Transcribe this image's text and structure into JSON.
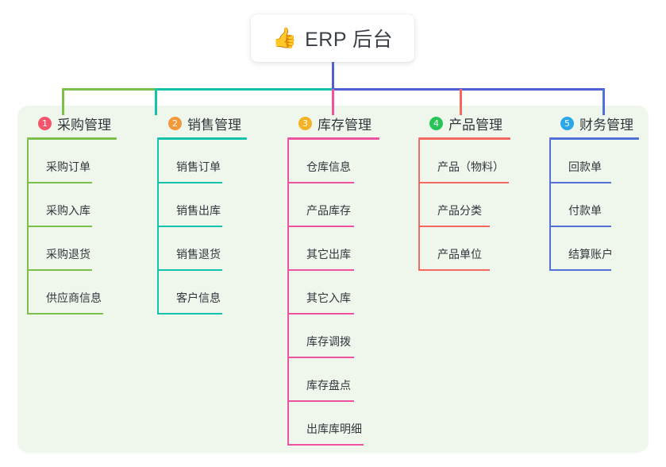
{
  "diagram": {
    "type": "mind-map",
    "root": {
      "icon": "thumbs-up-icon",
      "icon_glyph": "👍",
      "title": "ERP 后台"
    },
    "panel_color": "#eff7ec",
    "trunk_color": "#4f5fd4",
    "columns": [
      {
        "index": "1",
        "badge_color": "#f4556a",
        "line_color": "#7cc04c",
        "title": "采购管理",
        "items": [
          {
            "label": "采购订单"
          },
          {
            "label": "采购入库"
          },
          {
            "label": "采购退货"
          },
          {
            "label": "供应商信息"
          }
        ]
      },
      {
        "index": "2",
        "badge_color": "#f29a3b",
        "line_color": "#12c2ab",
        "title": "销售管理",
        "items": [
          {
            "label": "销售订单"
          },
          {
            "label": "销售出库"
          },
          {
            "label": "销售退货"
          },
          {
            "label": "客户信息"
          }
        ]
      },
      {
        "index": "3",
        "badge_color": "#f5b225",
        "line_color": "#ef53a0",
        "title": "库存管理",
        "items": [
          {
            "label": "仓库信息"
          },
          {
            "label": "产品库存"
          },
          {
            "label": "其它出库"
          },
          {
            "label": "其它入库"
          },
          {
            "label": "库存调拨"
          },
          {
            "label": "库存盘点"
          },
          {
            "label": "出库库明细"
          }
        ]
      },
      {
        "index": "4",
        "badge_color": "#28c457",
        "line_color": "#f4685f",
        "title": "产品管理",
        "items": [
          {
            "label": "产品（物料）"
          },
          {
            "label": "产品分类"
          },
          {
            "label": "产品单位"
          }
        ]
      },
      {
        "index": "5",
        "badge_color": "#29a7e8",
        "line_color": "#5170d8",
        "title": "财务管理",
        "items": [
          {
            "label": "回款单"
          },
          {
            "label": "付款单"
          },
          {
            "label": "结算账户"
          }
        ]
      }
    ]
  }
}
